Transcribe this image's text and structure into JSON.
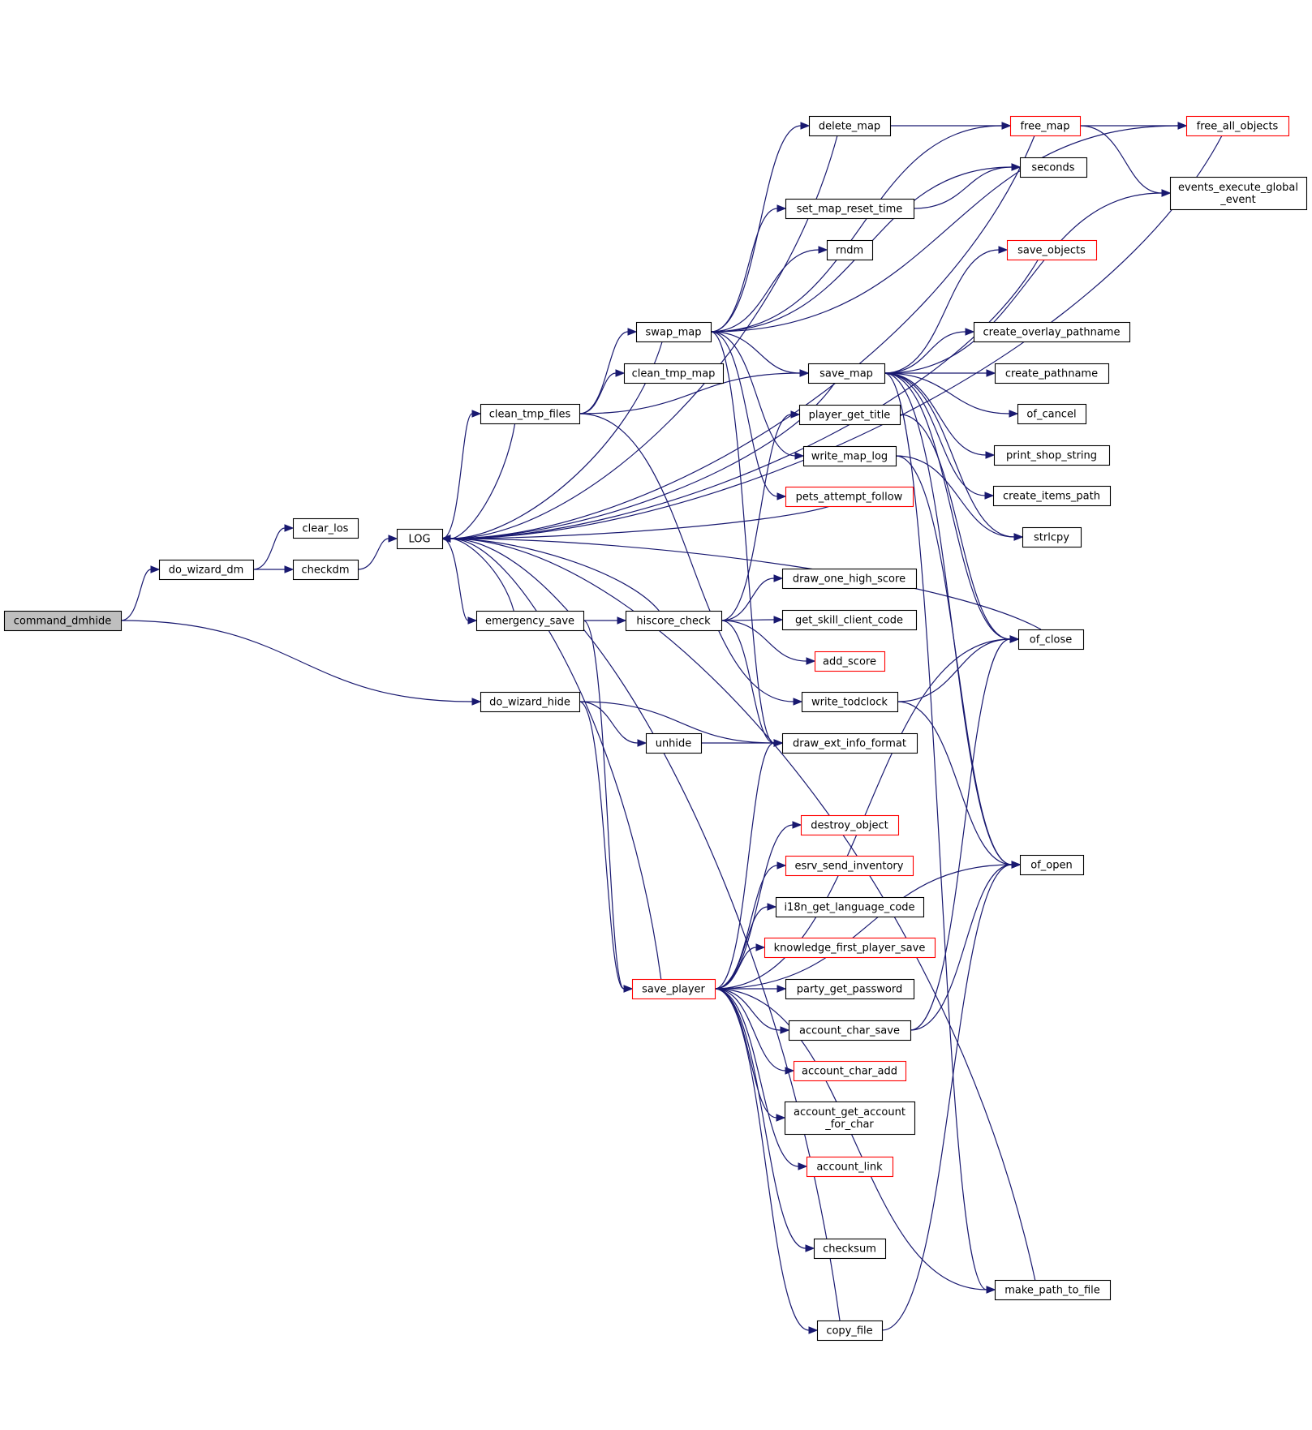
{
  "colors": {
    "background": "#ffffff",
    "edge": "#191970",
    "box_border": "#000000",
    "box_border_incomplete": "#ff0000",
    "root_fill": "#bfbfbf",
    "node_fill": "#ffffff",
    "text": "#000000"
  },
  "root": "command_dmhide",
  "nodes": [
    {
      "id": "command_dmhide",
      "lines": [
        "command_dmhide"
      ],
      "style": "root"
    },
    {
      "id": "do_wizard_dm",
      "lines": [
        "do_wizard_dm"
      ],
      "style": "normal"
    },
    {
      "id": "do_wizard_hide",
      "lines": [
        "do_wizard_hide"
      ],
      "style": "normal"
    },
    {
      "id": "clear_los",
      "lines": [
        "clear_los"
      ],
      "style": "normal"
    },
    {
      "id": "checkdm",
      "lines": [
        "checkdm"
      ],
      "style": "normal"
    },
    {
      "id": "LOG",
      "lines": [
        "LOG"
      ],
      "style": "normal"
    },
    {
      "id": "clean_tmp_files",
      "lines": [
        "clean_tmp_files"
      ],
      "style": "normal"
    },
    {
      "id": "emergency_save",
      "lines": [
        "emergency_save"
      ],
      "style": "normal"
    },
    {
      "id": "swap_map",
      "lines": [
        "swap_map"
      ],
      "style": "normal"
    },
    {
      "id": "clean_tmp_map",
      "lines": [
        "clean_tmp_map"
      ],
      "style": "normal"
    },
    {
      "id": "hiscore_check",
      "lines": [
        "hiscore_check"
      ],
      "style": "normal"
    },
    {
      "id": "unhide",
      "lines": [
        "unhide"
      ],
      "style": "normal"
    },
    {
      "id": "save_player",
      "lines": [
        "save_player"
      ],
      "style": "incomplete"
    },
    {
      "id": "delete_map",
      "lines": [
        "delete_map"
      ],
      "style": "normal"
    },
    {
      "id": "set_map_reset_time",
      "lines": [
        "set_map_reset_time"
      ],
      "style": "normal"
    },
    {
      "id": "rndm",
      "lines": [
        "rndm"
      ],
      "style": "normal"
    },
    {
      "id": "save_map",
      "lines": [
        "save_map"
      ],
      "style": "normal"
    },
    {
      "id": "player_get_title",
      "lines": [
        "player_get_title"
      ],
      "style": "normal"
    },
    {
      "id": "write_map_log",
      "lines": [
        "write_map_log"
      ],
      "style": "normal"
    },
    {
      "id": "pets_attempt_follow",
      "lines": [
        "pets_attempt_follow"
      ],
      "style": "incomplete"
    },
    {
      "id": "draw_one_high_score",
      "lines": [
        "draw_one_high_score"
      ],
      "style": "normal"
    },
    {
      "id": "get_skill_client_code",
      "lines": [
        "get_skill_client_code"
      ],
      "style": "normal"
    },
    {
      "id": "add_score",
      "lines": [
        "add_score"
      ],
      "style": "incomplete"
    },
    {
      "id": "write_todclock",
      "lines": [
        "write_todclock"
      ],
      "style": "normal"
    },
    {
      "id": "draw_ext_info_format",
      "lines": [
        "draw_ext_info_format"
      ],
      "style": "normal"
    },
    {
      "id": "destroy_object",
      "lines": [
        "destroy_object"
      ],
      "style": "incomplete"
    },
    {
      "id": "esrv_send_inventory",
      "lines": [
        "esrv_send_inventory"
      ],
      "style": "incomplete"
    },
    {
      "id": "i18n_get_language_code",
      "lines": [
        "i18n_get_language_code"
      ],
      "style": "normal"
    },
    {
      "id": "knowledge_first_player_save",
      "lines": [
        "knowledge_first_player_save"
      ],
      "style": "incomplete"
    },
    {
      "id": "party_get_password",
      "lines": [
        "party_get_password"
      ],
      "style": "normal"
    },
    {
      "id": "account_char_save",
      "lines": [
        "account_char_save"
      ],
      "style": "normal"
    },
    {
      "id": "account_char_add",
      "lines": [
        "account_char_add"
      ],
      "style": "incomplete"
    },
    {
      "id": "account_get_account_for_char",
      "lines": [
        "account_get_account",
        "_for_char"
      ],
      "style": "normal"
    },
    {
      "id": "account_link",
      "lines": [
        "account_link"
      ],
      "style": "incomplete"
    },
    {
      "id": "checksum",
      "lines": [
        "checksum"
      ],
      "style": "normal"
    },
    {
      "id": "copy_file",
      "lines": [
        "copy_file"
      ],
      "style": "normal"
    },
    {
      "id": "free_map",
      "lines": [
        "free_map"
      ],
      "style": "incomplete"
    },
    {
      "id": "seconds",
      "lines": [
        "seconds"
      ],
      "style": "normal"
    },
    {
      "id": "save_objects",
      "lines": [
        "save_objects"
      ],
      "style": "incomplete"
    },
    {
      "id": "create_overlay_pathname",
      "lines": [
        "create_overlay_pathname"
      ],
      "style": "normal"
    },
    {
      "id": "create_pathname",
      "lines": [
        "create_pathname"
      ],
      "style": "normal"
    },
    {
      "id": "of_cancel",
      "lines": [
        "of_cancel"
      ],
      "style": "normal"
    },
    {
      "id": "print_shop_string",
      "lines": [
        "print_shop_string"
      ],
      "style": "normal"
    },
    {
      "id": "create_items_path",
      "lines": [
        "create_items_path"
      ],
      "style": "normal"
    },
    {
      "id": "strlcpy",
      "lines": [
        "strlcpy"
      ],
      "style": "normal"
    },
    {
      "id": "of_close",
      "lines": [
        "of_close"
      ],
      "style": "normal"
    },
    {
      "id": "of_open",
      "lines": [
        "of_open"
      ],
      "style": "normal"
    },
    {
      "id": "make_path_to_file",
      "lines": [
        "make_path_to_file"
      ],
      "style": "normal"
    },
    {
      "id": "free_all_objects",
      "lines": [
        "free_all_objects"
      ],
      "style": "incomplete"
    },
    {
      "id": "events_execute_global_event",
      "lines": [
        "events_execute_global",
        "_event"
      ],
      "style": "normal"
    }
  ],
  "edges": [
    [
      "command_dmhide",
      "do_wizard_dm"
    ],
    [
      "command_dmhide",
      "do_wizard_hide"
    ],
    [
      "do_wizard_dm",
      "clear_los"
    ],
    [
      "do_wizard_dm",
      "checkdm"
    ],
    [
      "checkdm",
      "LOG"
    ],
    [
      "do_wizard_hide",
      "draw_ext_info_format"
    ],
    [
      "do_wizard_hide",
      "unhide"
    ],
    [
      "do_wizard_hide",
      "save_player"
    ],
    [
      "unhide",
      "draw_ext_info_format"
    ],
    [
      "LOG",
      "emergency_save"
    ],
    [
      "LOG",
      "clean_tmp_files"
    ],
    [
      "clean_tmp_files",
      "LOG"
    ],
    [
      "clean_tmp_files",
      "clean_tmp_map"
    ],
    [
      "clean_tmp_files",
      "swap_map"
    ],
    [
      "clean_tmp_files",
      "save_map"
    ],
    [
      "clean_tmp_files",
      "write_todclock"
    ],
    [
      "emergency_save",
      "LOG"
    ],
    [
      "emergency_save",
      "hiscore_check"
    ],
    [
      "emergency_save",
      "save_player"
    ],
    [
      "swap_map",
      "LOG"
    ],
    [
      "swap_map",
      "delete_map"
    ],
    [
      "swap_map",
      "seconds"
    ],
    [
      "swap_map",
      "set_map_reset_time"
    ],
    [
      "swap_map",
      "rndm"
    ],
    [
      "swap_map",
      "save_map"
    ],
    [
      "swap_map",
      "free_map"
    ],
    [
      "swap_map",
      "free_all_objects"
    ],
    [
      "swap_map",
      "write_map_log"
    ],
    [
      "swap_map",
      "pets_attempt_follow"
    ],
    [
      "swap_map",
      "draw_ext_info_format"
    ],
    [
      "delete_map",
      "LOG"
    ],
    [
      "delete_map",
      "free_map"
    ],
    [
      "set_map_reset_time",
      "seconds"
    ],
    [
      "free_map",
      "LOG"
    ],
    [
      "free_map",
      "free_all_objects"
    ],
    [
      "free_map",
      "events_execute_global_event"
    ],
    [
      "free_all_objects",
      "LOG"
    ],
    [
      "save_map",
      "LOG"
    ],
    [
      "save_map",
      "save_objects"
    ],
    [
      "save_map",
      "events_execute_global_event"
    ],
    [
      "save_map",
      "create_overlay_pathname"
    ],
    [
      "save_map",
      "create_pathname"
    ],
    [
      "save_map",
      "of_cancel"
    ],
    [
      "save_map",
      "print_shop_string"
    ],
    [
      "save_map",
      "create_items_path"
    ],
    [
      "save_map",
      "strlcpy"
    ],
    [
      "save_map",
      "of_close"
    ],
    [
      "save_map",
      "of_open"
    ],
    [
      "save_map",
      "make_path_to_file"
    ],
    [
      "save_objects",
      "LOG"
    ],
    [
      "write_map_log",
      "strlcpy"
    ],
    [
      "write_map_log",
      "of_open"
    ],
    [
      "player_get_title",
      "of_close"
    ],
    [
      "pets_attempt_follow",
      "LOG"
    ],
    [
      "hiscore_check",
      "LOG"
    ],
    [
      "hiscore_check",
      "player_get_title"
    ],
    [
      "hiscore_check",
      "draw_one_high_score"
    ],
    [
      "hiscore_check",
      "get_skill_client_code"
    ],
    [
      "hiscore_check",
      "add_score"
    ],
    [
      "hiscore_check",
      "draw_ext_info_format"
    ],
    [
      "write_todclock",
      "of_close"
    ],
    [
      "write_todclock",
      "of_open"
    ],
    [
      "of_close",
      "LOG"
    ],
    [
      "save_player",
      "LOG"
    ],
    [
      "save_player",
      "draw_ext_info_format"
    ],
    [
      "save_player",
      "of_close"
    ],
    [
      "save_player",
      "destroy_object"
    ],
    [
      "save_player",
      "esrv_send_inventory"
    ],
    [
      "save_player",
      "i18n_get_language_code"
    ],
    [
      "save_player",
      "knowledge_first_player_save"
    ],
    [
      "save_player",
      "party_get_password"
    ],
    [
      "save_player",
      "account_char_save"
    ],
    [
      "save_player",
      "account_char_add"
    ],
    [
      "save_player",
      "account_get_account_for_char"
    ],
    [
      "save_player",
      "account_link"
    ],
    [
      "save_player",
      "of_open"
    ],
    [
      "save_player",
      "checksum"
    ],
    [
      "save_player",
      "make_path_to_file"
    ],
    [
      "save_player",
      "copy_file"
    ],
    [
      "account_char_save",
      "of_close"
    ],
    [
      "account_char_save",
      "of_open"
    ],
    [
      "copy_file",
      "LOG"
    ],
    [
      "copy_file",
      "of_open"
    ],
    [
      "make_path_to_file",
      "LOG"
    ]
  ]
}
